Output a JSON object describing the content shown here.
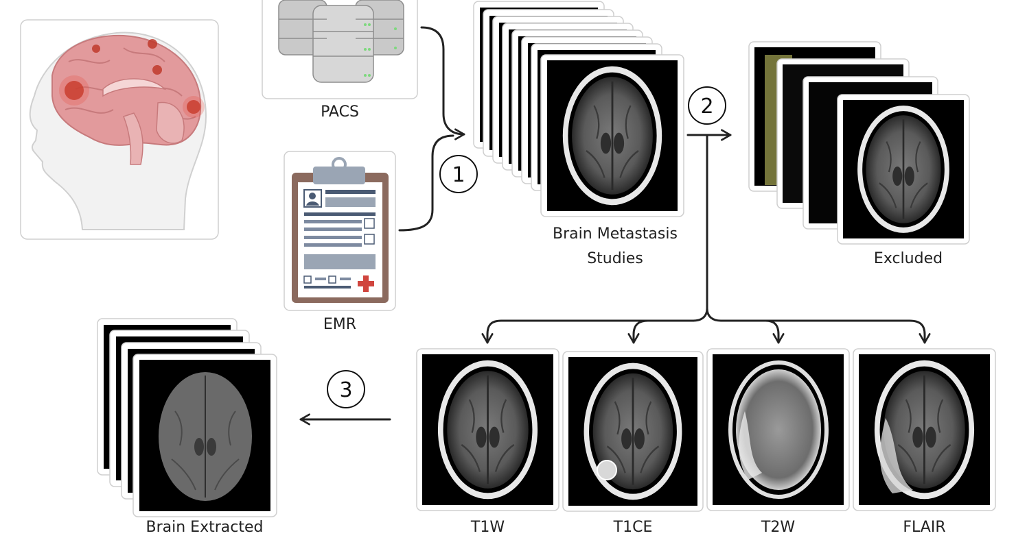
{
  "sources": {
    "pacs_label": "PACS",
    "emr_label": "EMR"
  },
  "studies": {
    "label_line1": "Brain Metastasis",
    "label_line2": "Studies"
  },
  "excluded": {
    "label": "Excluded"
  },
  "sequences": [
    {
      "label": "T1W"
    },
    {
      "label": "T1CE"
    },
    {
      "label": "T2W"
    },
    {
      "label": "FLAIR"
    }
  ],
  "output": {
    "label": "Brain Extracted"
  },
  "steps": [
    "1",
    "2",
    "3"
  ],
  "colors": {
    "stroke": "#222222",
    "card_border": "#cfcfcf",
    "brain": "#e29a9c",
    "lesion": "#c0392b"
  }
}
